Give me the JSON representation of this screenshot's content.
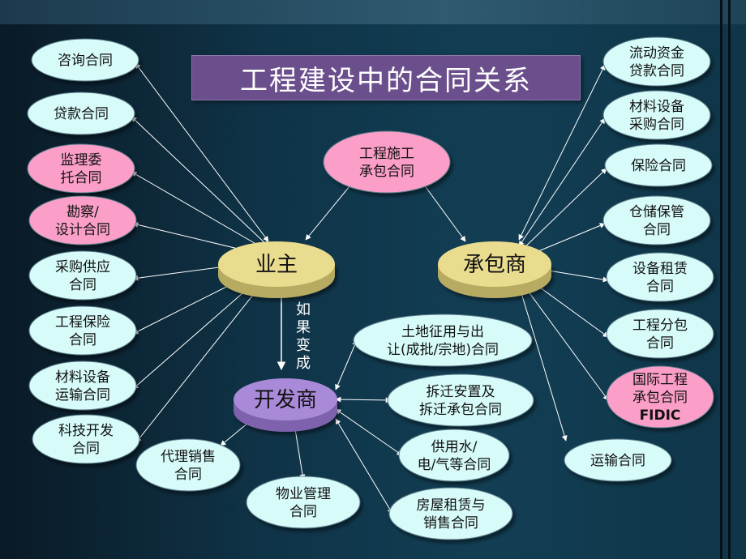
{
  "title": "工程建设中的合同关系",
  "arrow_label": "如果变成",
  "hubs": {
    "owner": "业主",
    "contractor": "承包商",
    "developer": "开发商"
  },
  "center_node": [
    "工程施工",
    "承包合同"
  ],
  "owner_contracts": [
    {
      "lines": [
        "咨询合同"
      ],
      "color": "cyan"
    },
    {
      "lines": [
        "贷款合同"
      ],
      "color": "cyan"
    },
    {
      "lines": [
        "监理委",
        "托合同"
      ],
      "color": "pink"
    },
    {
      "lines": [
        "勘察/",
        "设计合同"
      ],
      "color": "pink"
    },
    {
      "lines": [
        "采购供应",
        "合同"
      ],
      "color": "cyan"
    },
    {
      "lines": [
        "工程保险",
        "合同"
      ],
      "color": "cyan"
    },
    {
      "lines": [
        "材料设备",
        "运输合同"
      ],
      "color": "cyan"
    },
    {
      "lines": [
        "科技开发",
        "合同"
      ],
      "color": "cyan"
    }
  ],
  "contractor_contracts": [
    {
      "lines": [
        "流动资金",
        "贷款合同"
      ],
      "color": "cyan"
    },
    {
      "lines": [
        "材料设备",
        "采购合同"
      ],
      "color": "cyan"
    },
    {
      "lines": [
        "保险合同"
      ],
      "color": "cyan"
    },
    {
      "lines": [
        "仓储保管",
        "合同"
      ],
      "color": "cyan"
    },
    {
      "lines": [
        "设备租赁",
        "合同"
      ],
      "color": "cyan"
    },
    {
      "lines": [
        "工程分包",
        "合同"
      ],
      "color": "cyan"
    },
    {
      "lines": [
        "国际工程",
        "承包合同",
        "FIDIC"
      ],
      "color": "pink"
    },
    {
      "lines": [
        "运输合同"
      ],
      "color": "cyan"
    }
  ],
  "developer_contracts": [
    {
      "lines": [
        "土地征用与出",
        "让(成批/宗地)合同"
      ],
      "color": "cyan"
    },
    {
      "lines": [
        "拆迁安置及",
        "拆迁承包合同"
      ],
      "color": "cyan"
    },
    {
      "lines": [
        "供用水/",
        "电/气等合同"
      ],
      "color": "cyan"
    },
    {
      "lines": [
        "房屋租赁与",
        "销售合同"
      ],
      "color": "cyan"
    },
    {
      "lines": [
        "物业管理",
        "合同"
      ],
      "color": "cyan"
    },
    {
      "lines": [
        "代理销售",
        "合同"
      ],
      "color": "cyan"
    }
  ],
  "colors": {
    "cyan": "#d6fbf9",
    "pink": "#fb9fc8",
    "hub_gold": "#e9dc8e",
    "hub_purple": "#a98ad8",
    "title_bg": "#6b4f8c",
    "arrow": "#ffffff"
  }
}
